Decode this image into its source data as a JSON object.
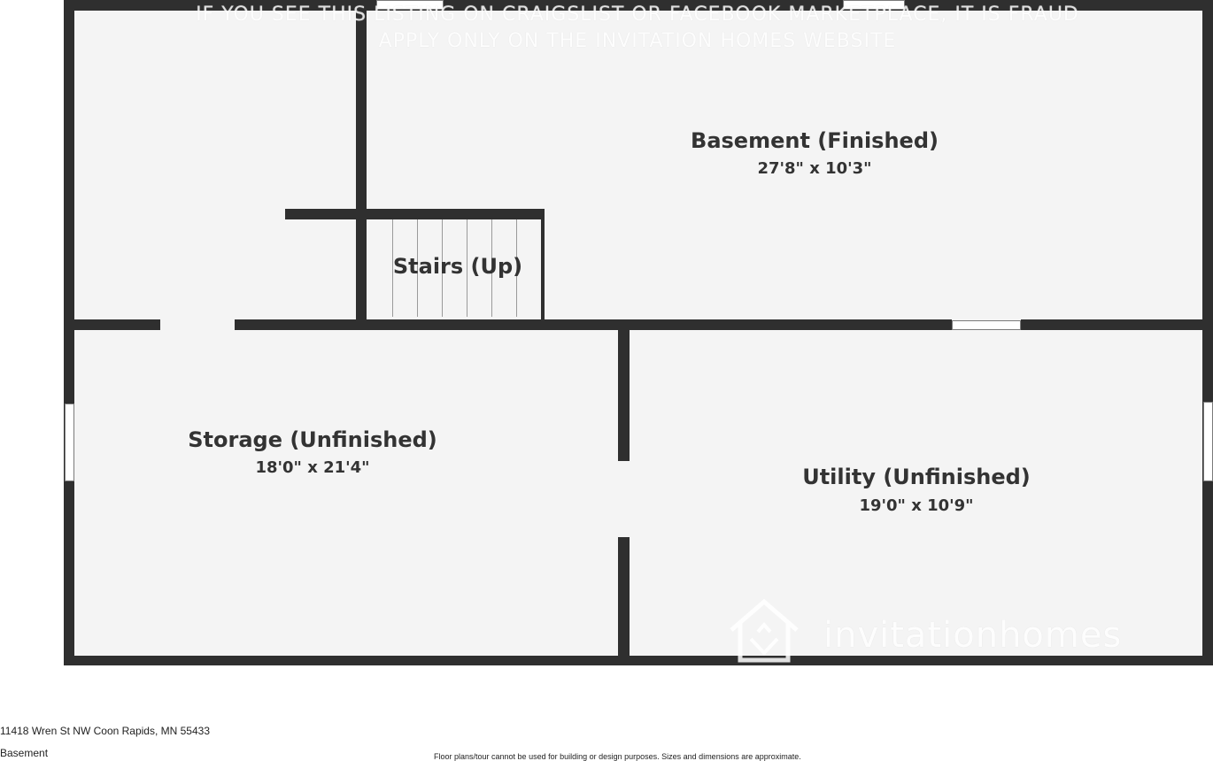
{
  "watermark": {
    "line1": "IF YOU SEE THIS LISTING ON CRAIGSLIST OR FACEBOOK MARKETPLACE, IT IS FRAUD",
    "line2": "APPLY ONLY ON THE INVITATION HOMES WEBSITE",
    "logo": "invitationhomes"
  },
  "rooms": {
    "basement": {
      "name": "Basement (Finished)",
      "dims": "27'8\" x 10'3\""
    },
    "stairs": {
      "name": "Stairs (Up)"
    },
    "storage": {
      "name": "Storage (Unfinished)",
      "dims": "18'0\" x 21'4\""
    },
    "utility": {
      "name": "Utility (Unfinished)",
      "dims": "19'0\" x 10'9\""
    }
  },
  "footer": {
    "address": "11418 Wren St NW Coon Rapids, MN 55433",
    "level": "Basement",
    "disclaimer": "Floor plans/tour cannot be used for building or design purposes. Sizes and dimensions are approximate."
  },
  "colors": {
    "wall": "#2f2f2f",
    "floor": "#f4f4f4",
    "text": "#333333"
  }
}
